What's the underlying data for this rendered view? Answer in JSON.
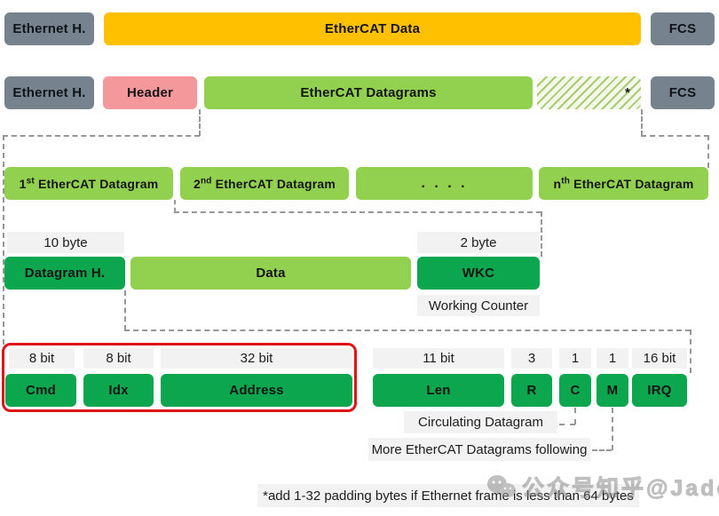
{
  "colors": {
    "gray_box": "#76828E",
    "yellow_box": "#FFC000",
    "pink_box": "#F5989B",
    "light_green": "#92D050",
    "dark_green": "#0CA64F",
    "label_bg": "#F2F2F2",
    "red_outline": "#E01414",
    "dash_line": "#979797"
  },
  "row1": {
    "ethernet_header": "Ethernet H.",
    "ethercat_data": "EtherCAT Data",
    "fcs": "FCS"
  },
  "row2": {
    "ethernet_header": "Ethernet H.",
    "header": "Header",
    "datagrams": "EtherCAT Datagrams",
    "padding_marker": "*",
    "fcs": "FCS"
  },
  "row3": {
    "datagram1": {
      "num": "1",
      "sup": "st",
      "rest": " EtherCAT Datagram"
    },
    "datagram2": {
      "num": "2",
      "sup": "nd",
      "rest": " EtherCAT Datagram"
    },
    "dots": ". . . .",
    "datagramN": {
      "num": "n",
      "sup": "th",
      "rest": " EtherCAT Datagram"
    }
  },
  "row4": {
    "header_size": "10 byte",
    "wkc_size": "2 byte",
    "datagram_header": "Datagram H.",
    "data": "Data",
    "wkc": "WKC",
    "wkc_caption": "Working Counter"
  },
  "row5": {
    "fields": [
      {
        "bits": "8 bit",
        "name": "Cmd"
      },
      {
        "bits": "8 bit",
        "name": "Idx"
      },
      {
        "bits": "32 bit",
        "name": "Address"
      },
      {
        "bits": "11 bit",
        "name": "Len"
      },
      {
        "bits": "3",
        "name": "R"
      },
      {
        "bits": "1",
        "name": "C"
      },
      {
        "bits": "1",
        "name": "M"
      },
      {
        "bits": "16 bit",
        "name": "IRQ"
      }
    ]
  },
  "annotations": {
    "circulating": "Circulating Datagram",
    "more_following": "More EtherCAT Datagrams following",
    "padding_note": "*add 1-32 padding bytes if Ethernet frame is less than 64 bytes"
  },
  "watermark": {
    "text": "公众号知乎@Jade"
  }
}
